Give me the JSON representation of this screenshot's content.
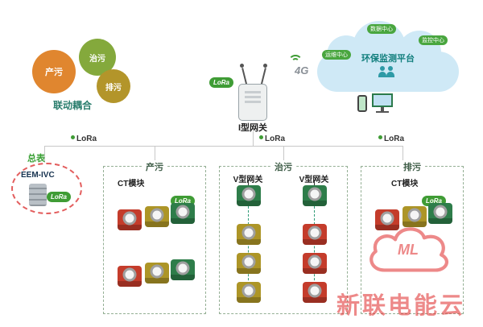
{
  "gears": {
    "caption": "联动耦合",
    "items": [
      {
        "label": "产污",
        "color": "#e0862f"
      },
      {
        "label": "治污",
        "color": "#84a93c"
      },
      {
        "label": "排污",
        "color": "#b3952a"
      }
    ]
  },
  "gateway": {
    "label": "I型网关",
    "lora": "LoRa"
  },
  "network": {
    "label": "4G"
  },
  "cloud": {
    "title": "环保监测平台",
    "badges": [
      "数据中心",
      "运维中心",
      "监控中心"
    ]
  },
  "bus": {
    "lora_left": "LoRa",
    "lora_center": "LoRa",
    "lora_right": "LoRa"
  },
  "meter": {
    "label": "总表",
    "device": "EEM-IVC",
    "lora": "LoRa"
  },
  "zones": {
    "chanwu": {
      "title": "产污",
      "module": "CT模块",
      "lora": "LoRa"
    },
    "zhiwu": {
      "title": "治污",
      "gateway_left": "V型网关",
      "gateway_right": "V型网关"
    },
    "paiwu": {
      "title": "排污",
      "module": "CT模块",
      "lora": "LoRa"
    }
  },
  "device_colors": {
    "red": "#c43c2b",
    "olive": "#ad9527",
    "green": "#2e7d4a"
  },
  "watermark": {
    "logo": "ML",
    "text": "新联电能云"
  }
}
